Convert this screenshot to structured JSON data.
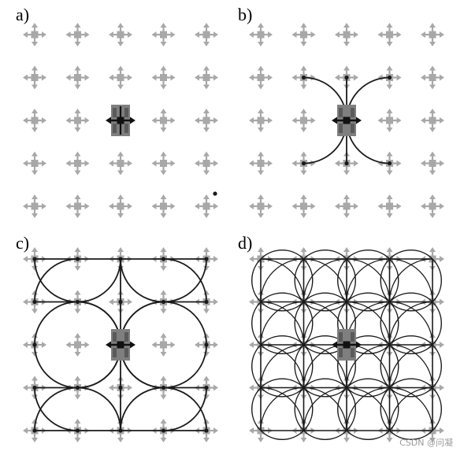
{
  "panels": [
    {
      "label": "a)"
    },
    {
      "label": "b)"
    },
    {
      "label": "c)"
    },
    {
      "label": "d)"
    }
  ],
  "watermark": "CSDN @问凝",
  "colors": {
    "lattice_arrow": "#a8a8a8",
    "curve": "#1a1a1a",
    "robot_body": "#7f7f7f",
    "robot_wheel": "#5a5a5a",
    "robot_center": "#111111"
  }
}
